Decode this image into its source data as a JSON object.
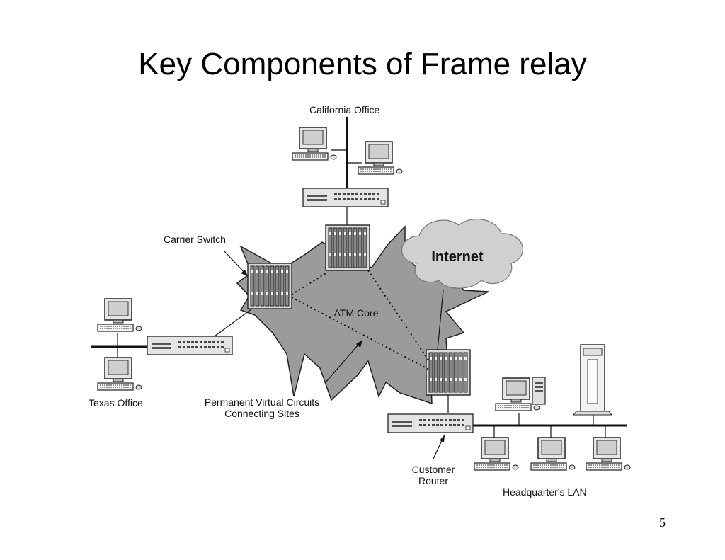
{
  "slide": {
    "title": "Key Components of Frame relay",
    "page_number": "5"
  },
  "labels": {
    "california_office": "California Office",
    "carrier_switch": "Carrier Switch",
    "internet": "Internet",
    "atm_core": "ATM Core",
    "texas_office": "Texas Office",
    "pvc_line1": "Permanent Virtual Circuits",
    "pvc_line2": "Connecting Sites",
    "customer_router_line1": "Customer",
    "customer_router_line2": "Router",
    "hq_lan": "Headquarter's LAN"
  },
  "colors": {
    "core_fill": "#9a9a9a",
    "cloud_fill": "#d0d0d0",
    "device_fill": "#e0e0e0",
    "outline": "#222222"
  }
}
